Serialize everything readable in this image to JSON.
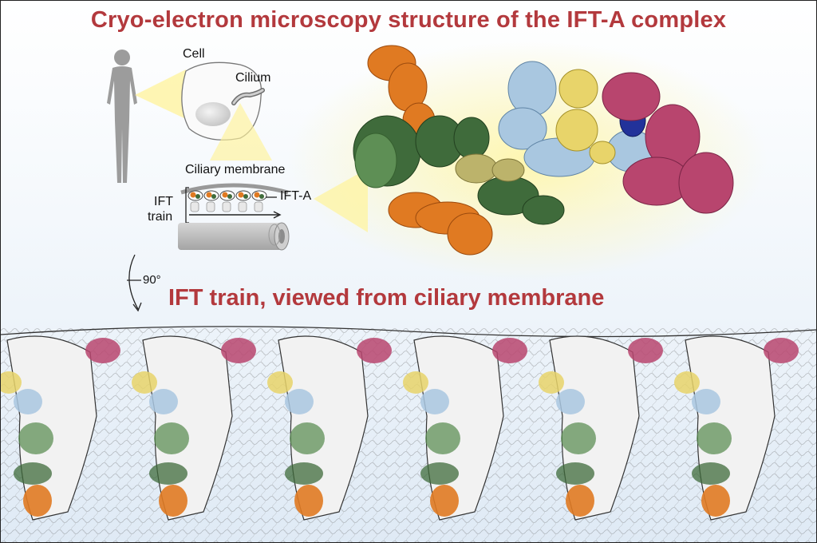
{
  "title": "Cryo-electron microscopy structure of the IFT-A complex",
  "subtitle": "IFT train, viewed from ciliary membrane",
  "labels": {
    "cell": "Cell",
    "cilium": "Cilium",
    "ciliary_membrane": "Ciliary membrane",
    "ift_a": "IFT-A",
    "ift": "IFT",
    "train": "train",
    "rotation": "90°"
  },
  "colors": {
    "title": "#b3393d",
    "orange": "#e07a22",
    "dark_green": "#3f6b3b",
    "green": "#5e8f55",
    "yellow": "#e8d46a",
    "light_blue": "#a9c7e0",
    "navy": "#22329a",
    "magenta": "#b8456e",
    "khaki": "#bcb36b"
  }
}
